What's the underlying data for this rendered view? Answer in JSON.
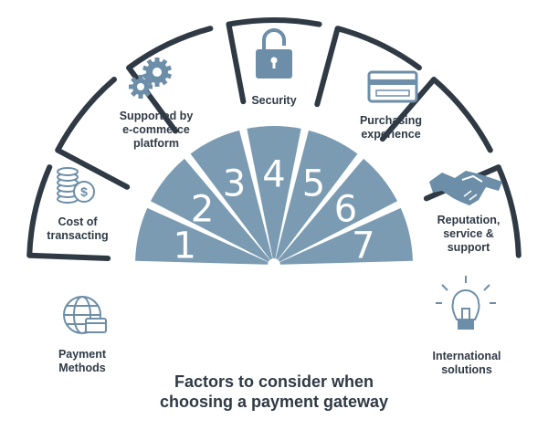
{
  "title": "Factors to consider when\nchoosing a payment gateway",
  "colors": {
    "slice": "#7b9bb3",
    "ink": "#2f3a45",
    "icon": "#6d8ea8"
  },
  "factors": [
    {
      "number": "1",
      "label": "Payment\nMethods",
      "icon": "globe-card-icon"
    },
    {
      "number": "2",
      "label": "Cost of\ntransacting",
      "icon": "coins-icon"
    },
    {
      "number": "3",
      "label": "Supported by\ne-commerce\nplatform",
      "icon": "gears-icon"
    },
    {
      "number": "4",
      "label": "Security",
      "icon": "padlock-icon"
    },
    {
      "number": "5",
      "label": "Purchasing\nexperience",
      "icon": "credit-card-icon"
    },
    {
      "number": "6",
      "label": "Reputation,\nservice &\nsupport",
      "icon": "handshake-icon"
    },
    {
      "number": "7",
      "label": "International\nsolutions",
      "icon": "lightbulb-icon"
    }
  ]
}
